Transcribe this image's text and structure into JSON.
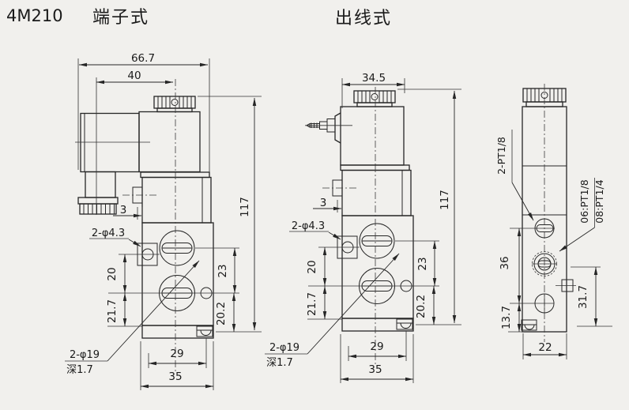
{
  "page": {
    "model": "4M210",
    "type_left": "端子式",
    "type_right": "出线式"
  },
  "shared_side_dims": {
    "offset_3": "3",
    "mount_holes": "2-φ4.3",
    "dim_20": "20",
    "dim_21_7": "21.7",
    "dim_23": "23",
    "dim_20_2": "20.2",
    "dim_29": "29",
    "dim_35": "35",
    "dim_117": "117",
    "counterbore": "2-φ19",
    "counterbore_depth": "深1.7"
  },
  "left_view": {
    "total_width": "66.7",
    "coil_width": "40"
  },
  "middle_view": {
    "coil_width": "34.5"
  },
  "right_view": {
    "ports_label": "2-PT1/8",
    "option_06": "06:PT1/8",
    "option_08": "08:PT1/4",
    "dim_36": "36",
    "dim_13_7": "13.7",
    "dim_31_7": "31.7",
    "dim_22": "22"
  }
}
